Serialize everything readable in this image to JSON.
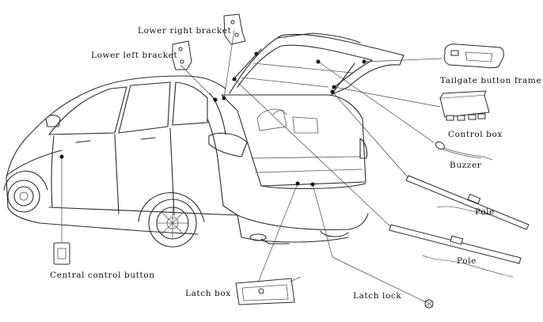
{
  "labels": {
    "lower_right_bracket": "Lower right bracket",
    "lower_left_bracket": "Lower left bracket",
    "tailgate_button_frame": "Tailgate button frame",
    "control_box": "Control box",
    "buzzer": "Buzzer",
    "pole_upper": "Pole",
    "pole_lower": "Pole",
    "central_control_button": "Central control button",
    "latch_box": "Latch box",
    "latch_lock": "Latch lock"
  }
}
